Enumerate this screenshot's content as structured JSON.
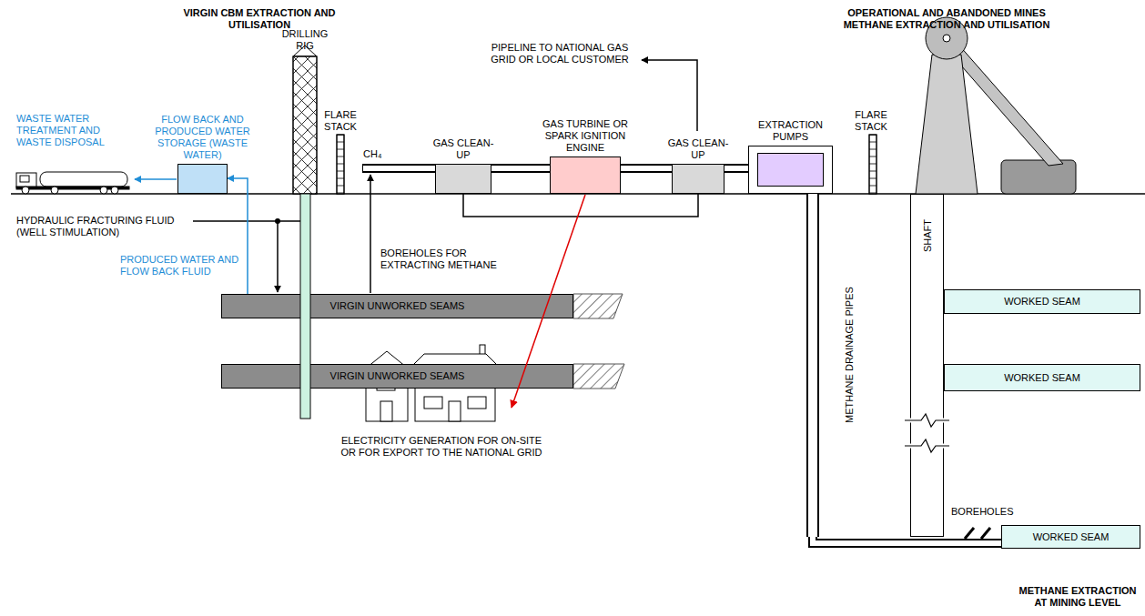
{
  "diagram": {
    "nodes": [
      {
        "text": [
          "FLOW BACK AND PRODUCED WATER STORAGE (WASTE WATER)"
        ]
      },
      {
        "text": [
          "GAS CLEAN-UP"
        ]
      },
      {
        "text": [
          "GAS TURBINE OR SPARK IGNITION ENGINE"
        ]
      },
      {
        "text": [
          "GAS CLEAN-UP"
        ]
      },
      {
        "text": [
          "EXTRACTION PUMPS"
        ]
      },
      {
        "text": [
          "VIRGIN UNWORKED SEAMS"
        ]
      },
      {
        "text": [
          "VIRGIN UNWORKED SEAMS"
        ]
      },
      {
        "text": [
          "SHAFT"
        ]
      },
      {
        "text": [
          "WORKED SEAM"
        ]
      },
      {
        "text": [
          "WORKED SEAM"
        ]
      },
      {
        "text": [
          "WORKED SEAM"
        ]
      },
      {
        "text": [
          "METHANE DRAINAGE PIPES"
        ]
      }
    ],
    "edges": [
      {
        "from": 1,
        "to": 2,
        "arrow": "none"
      },
      {
        "from": 2,
        "to": 3,
        "arrow": "none"
      },
      {
        "from": 3,
        "to": 4,
        "arrow": "none"
      },
      {
        "from": 1,
        "to": 3,
        "arrow": "none"
      },
      {
        "from": 5,
        "to": 0,
        "arrow": "to"
      },
      {
        "from": 11,
        "to": 10,
        "arrow": "none"
      }
    ],
    "labels": [
      "VIRGIN CBM EXTRACTION AND UTILISATION",
      "OPERATIONAL AND ABANDONED MINES METHANE EXTRACTION AND UTILISATION",
      "PIPELINE TO NATIONAL GAS GRID OR LOCAL CUSTOMER",
      "DRILLING RIG",
      "FLARE STACK",
      "CH₄",
      "FLARE STACK",
      "WASTE WATER TREATMENT AND WASTE DISPOSAL",
      "HYDRAULIC FRACTURING FLUID (WELL STIMULATION)",
      "PRODUCED WATER AND FLOW BACK FLUID",
      "BOREHOLES FOR EXTRACTING METHANE",
      "BOREHOLES",
      "ELECTRICITY GENERATION FOR ON-SITE OR FOR EXPORT TO THE NATIONAL GRID",
      "METHANE EXTRACTION AT MINING LEVEL"
    ]
  }
}
